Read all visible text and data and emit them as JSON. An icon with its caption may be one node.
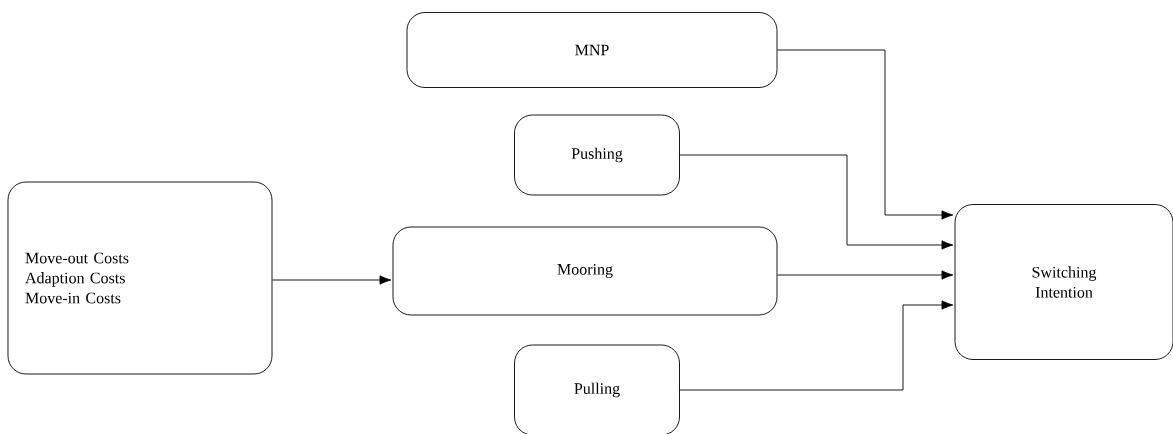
{
  "diagram": {
    "nodes": [
      {
        "text": [
          "MNP"
        ]
      },
      {
        "text": [
          "Pushing"
        ]
      },
      {
        "text": [
          "Move-out Costs",
          "Adaption Costs",
          "Move-in Costs"
        ]
      },
      {
        "text": [
          "Mooring"
        ]
      },
      {
        "text": [
          "Pulling"
        ]
      },
      {
        "text": [
          "Switching Intention"
        ]
      }
    ],
    "edges": [
      {
        "from": 2,
        "to": 3,
        "arrow": "to"
      },
      {
        "from": 0,
        "to": 5,
        "arrow": "to"
      },
      {
        "from": 1,
        "to": 5,
        "arrow": "to"
      },
      {
        "from": 3,
        "to": 5,
        "arrow": "to"
      },
      {
        "from": 4,
        "to": 5,
        "arrow": "to"
      }
    ]
  }
}
